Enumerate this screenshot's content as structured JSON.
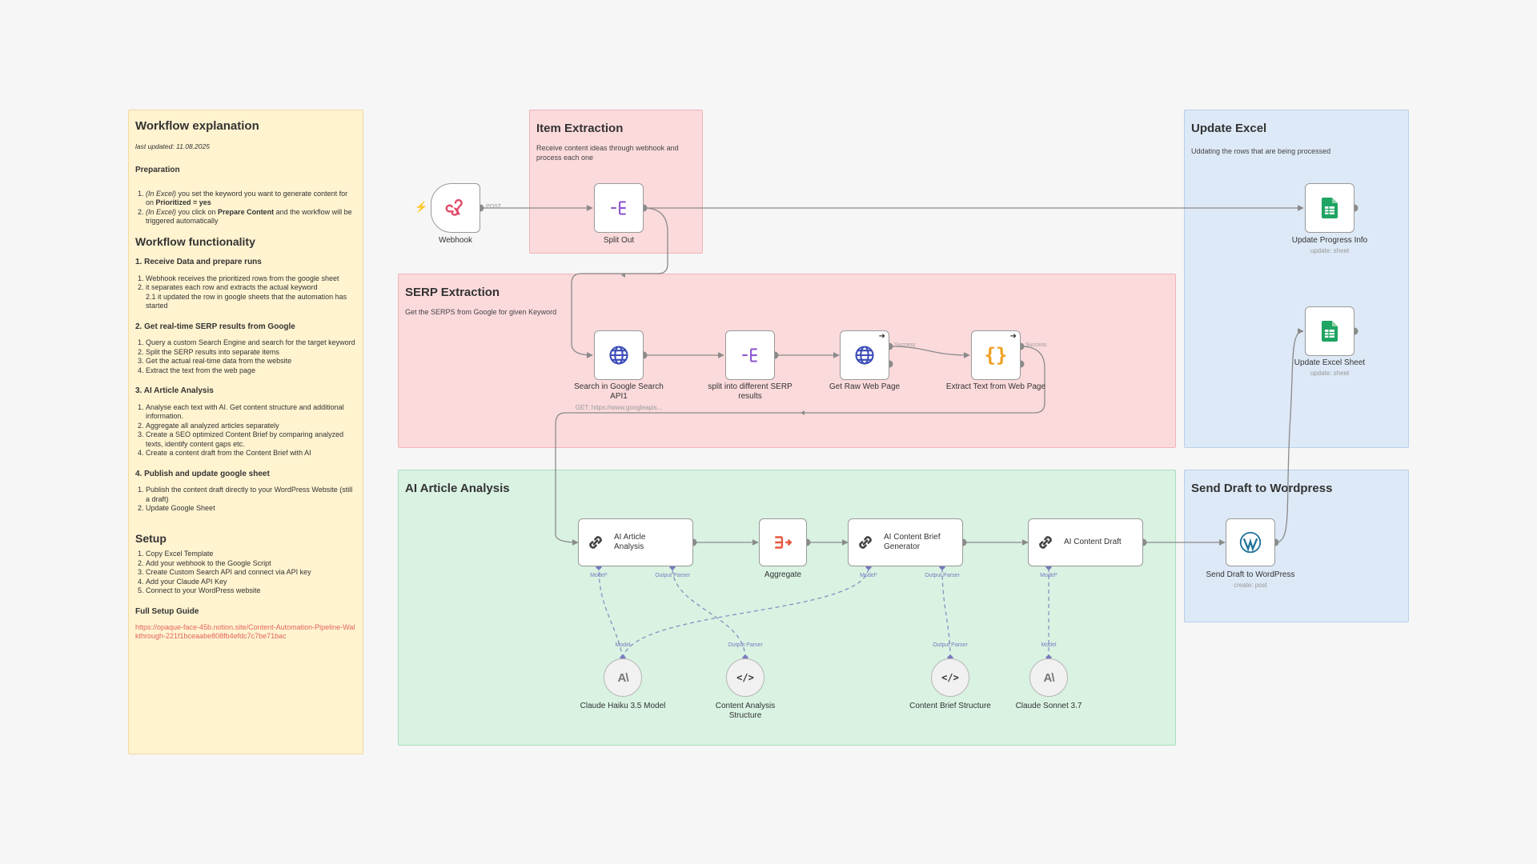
{
  "workflow_note": {
    "title": "Workflow explanation",
    "last_updated": "last updated: 11.08.2025",
    "preparation_heading": "Preparation",
    "prep_1_em": "(In Excel)",
    "prep_1_text": " you set the keyword you want to generate content for on ",
    "prep_1_bold": "Prioritized = yes",
    "prep_2_em": "(In Excel)",
    "prep_2_text": " you click on ",
    "prep_2_bold": "Prepare Content",
    "prep_2_tail": " and the workflow will be triggered automatically",
    "functionality_heading": "Workflow functionality",
    "step1_heading": "1. Receive Data and prepare runs",
    "step1_items": [
      "Webhook receives the prioritized rows from the google sheet",
      "it separates each row and extracts the actual keyword",
      "2.1 it updated the row in google sheets that the automation has started"
    ],
    "step2_heading": "2. Get real-time SERP results from Google",
    "step2_items": [
      "Query a custom Search Engine and search for the target keyword",
      "Split the SERP results into separate items",
      "Get the actual real-time data from the website",
      "Extract the text from the web page"
    ],
    "step3_heading": "3. AI Article Analysis",
    "step3_items": [
      "Analyse each text with AI. Get content structure and additional information.",
      "Aggregate all analyzed articles separately",
      "Create a SEO optimized Content Brief by comparing analyzed texts, identify content gaps etc.",
      "Create a content draft from the Content Brief with AI"
    ],
    "step4_heading": "4. Publish and update google sheet",
    "step4_items": [
      "Publish the content draft directly to your WordPress Website (still a draft)",
      "Update Google Sheet"
    ],
    "setup_heading": "Setup",
    "setup_items": [
      "Copy Excel Template",
      "Add your webhook to the Google Script",
      "Create Custom Search API and connect via API key",
      "Add your Claude API Key",
      "Connect to your WordPress website"
    ],
    "guide_heading": "Full Setup Guide",
    "guide_link": "https://opaque-face-45b.notion.site/Content-Automation-Pipeline-Walkthrough-221f1bceaabe808fb4efdc7c7be71bac"
  },
  "groups": {
    "item_extraction": {
      "title": "Item Extraction",
      "desc": "Receive content ideas through webhook and process each one"
    },
    "serp_extraction": {
      "title": "SERP Extraction",
      "desc": "Get the SERPS from Google for given Keyword"
    },
    "update_excel": {
      "title": "Update Excel",
      "desc": "Uddating the rows that are being processed"
    },
    "ai_analysis": {
      "title": "AI Article Analysis"
    },
    "send_draft": {
      "title": "Send Draft to Wordpress"
    }
  },
  "nodes": {
    "webhook": {
      "label": "Webhook",
      "edge_label": "POST"
    },
    "split_out": {
      "label": "Split Out"
    },
    "search_google": {
      "label": "Search in Google Search API1",
      "sub": "GET: https://www.googleapis..."
    },
    "split_serp": {
      "label": "split into different SERP results"
    },
    "get_raw": {
      "label": "Get Raw Web Page",
      "edge_label": "Success"
    },
    "extract_text": {
      "label": "Extract Text from Web Page",
      "edge_label": "Success"
    },
    "update_progress": {
      "label": "Update Progress Info",
      "sub": "update: sheet"
    },
    "update_sheet": {
      "label": "Update Excel Sheet",
      "sub": "update: sheet"
    },
    "ai_article": {
      "label": "AI Article Analysis",
      "port_model": "Model*",
      "port_parser": "Output Parser"
    },
    "aggregate": {
      "label": "Aggregate"
    },
    "brief_gen": {
      "label": "AI Content Brief Generator",
      "port_model": "Model*",
      "port_parser": "Output Parser"
    },
    "content_draft": {
      "label": "AI Content Draft",
      "port_model": "Model*"
    },
    "send_wp": {
      "label": "Send Draft to WordPress",
      "sub": "create: post"
    },
    "claude_haiku": {
      "label": "Claude Haiku 3.5 Model",
      "port": "Model"
    },
    "content_structure": {
      "label": "Content Analysis Structure",
      "port": "Output Parser"
    },
    "brief_structure": {
      "label": "Content Brief Structure",
      "port": "Output Parser"
    },
    "claude_sonnet": {
      "label": "Claude Sonnet 3.7",
      "port": "Model"
    }
  },
  "colors": {
    "edge": "#8a8a8a",
    "ai_edge": "#8a8fbf",
    "webhook_icon": "#e24a6a",
    "split_icon": "#8e5bd0",
    "globe_icon": "#3b4bb8",
    "code_icon": "#f0a020",
    "sheets_icon": "#1fa463",
    "aggregate_icon": "#e8563f",
    "wordpress_icon": "#21759b"
  }
}
